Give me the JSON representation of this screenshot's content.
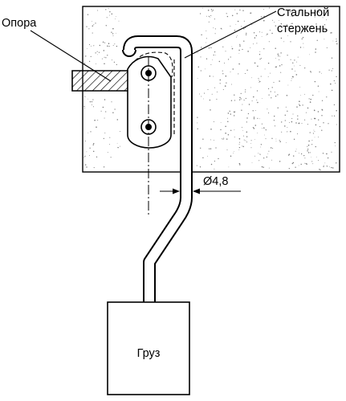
{
  "labels": {
    "support": "Опора",
    "steel_rod_line1": "Стальной",
    "steel_rod_line2": "стержень",
    "diameter": "Ø4,8",
    "load": "Груз"
  },
  "colors": {
    "ink": "#000000",
    "panel_stipple": "#7a7a7a",
    "background": "#ffffff"
  }
}
